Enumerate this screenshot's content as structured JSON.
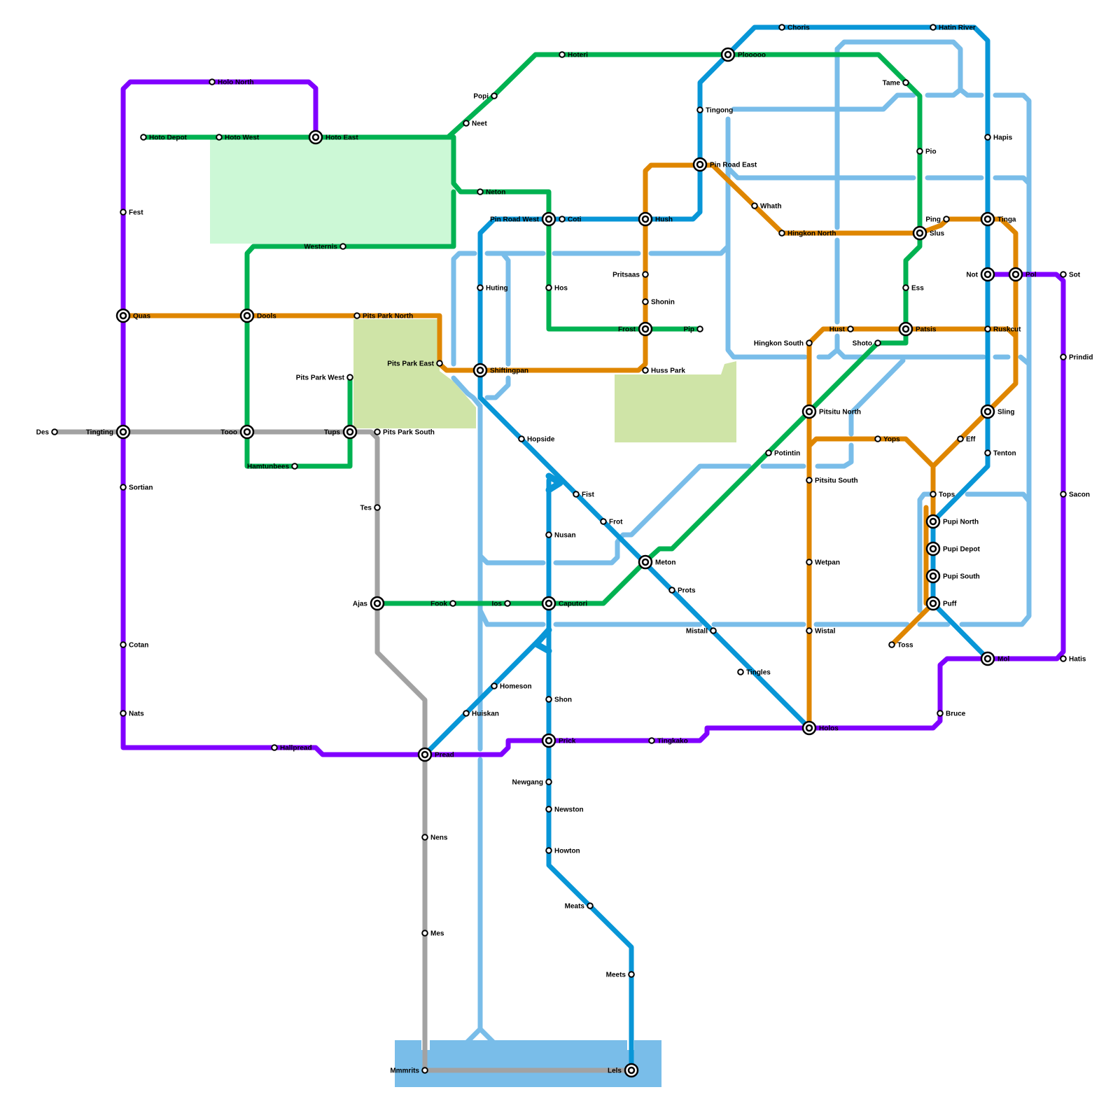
{
  "lines": [
    {
      "id": "purple",
      "color": "#8000ff"
    },
    {
      "id": "green",
      "color": "#00b251"
    },
    {
      "id": "orange",
      "color": "#df8600"
    },
    {
      "id": "blue",
      "color": "#0896d7"
    },
    {
      "id": "grey",
      "color": "#a2a2a2"
    },
    {
      "id": "lightblue",
      "color": "#79bde9"
    }
  ],
  "areas": [
    {
      "id": "park-north",
      "color": "#ccf8d6"
    },
    {
      "id": "park-pits",
      "color": "#cfe4a7"
    },
    {
      "id": "park-huss",
      "color": "#cfe4a7"
    },
    {
      "id": "water",
      "color": "#79bde9"
    }
  ],
  "stations": [
    {
      "name": "Holo North"
    },
    {
      "name": "Hoto Depot"
    },
    {
      "name": "Hoto West"
    },
    {
      "name": "Hoto East"
    },
    {
      "name": "Fest"
    },
    {
      "name": "Quas"
    },
    {
      "name": "Dools"
    },
    {
      "name": "Pits Park North"
    },
    {
      "name": "Westernis"
    },
    {
      "name": "Pits Park East"
    },
    {
      "name": "Pits Park West"
    },
    {
      "name": "Des"
    },
    {
      "name": "Tingting"
    },
    {
      "name": "Tooo"
    },
    {
      "name": "Tups"
    },
    {
      "name": "Pits Park South"
    },
    {
      "name": "Hamtunbees"
    },
    {
      "name": "Sortian"
    },
    {
      "name": "Tes"
    },
    {
      "name": "Ajas"
    },
    {
      "name": "Fook"
    },
    {
      "name": "Ios"
    },
    {
      "name": "Cotan"
    },
    {
      "name": "Nats"
    },
    {
      "name": "Hallpread"
    },
    {
      "name": "Pread"
    },
    {
      "name": "Nens"
    },
    {
      "name": "Mes"
    },
    {
      "name": "Mmmrits"
    },
    {
      "name": "Lels"
    },
    {
      "name": "Popi"
    },
    {
      "name": "Neet"
    },
    {
      "name": "Hoteri"
    },
    {
      "name": "Neton"
    },
    {
      "name": "Pin Road West"
    },
    {
      "name": "Coti"
    },
    {
      "name": "Huting"
    },
    {
      "name": "Hos"
    },
    {
      "name": "Shiftingpan"
    },
    {
      "name": "Hopside"
    },
    {
      "name": "Fist"
    },
    {
      "name": "Frot"
    },
    {
      "name": "Nusan"
    },
    {
      "name": "Caputori"
    },
    {
      "name": "Homeson"
    },
    {
      "name": "Huiskan"
    },
    {
      "name": "Shon"
    },
    {
      "name": "Prick"
    },
    {
      "name": "Newgang"
    },
    {
      "name": "Newston"
    },
    {
      "name": "Howton"
    },
    {
      "name": "Meats"
    },
    {
      "name": "Meets"
    },
    {
      "name": "Hush"
    },
    {
      "name": "Pritsaas"
    },
    {
      "name": "Shonin"
    },
    {
      "name": "Frost"
    },
    {
      "name": "Pip"
    },
    {
      "name": "Huss Park"
    },
    {
      "name": "Meton"
    },
    {
      "name": "Prots"
    },
    {
      "name": "Mistall"
    },
    {
      "name": "Tingles"
    },
    {
      "name": "Tingkako"
    },
    {
      "name": "Plooooo"
    },
    {
      "name": "Choris"
    },
    {
      "name": "Hatin River"
    },
    {
      "name": "Tingong"
    },
    {
      "name": "Pin Road East"
    },
    {
      "name": "Whath"
    },
    {
      "name": "Hingkon North"
    },
    {
      "name": "Tame"
    },
    {
      "name": "Pio"
    },
    {
      "name": "Slus"
    },
    {
      "name": "Ess"
    },
    {
      "name": "Patsis"
    },
    {
      "name": "Shoto"
    },
    {
      "name": "Hust"
    },
    {
      "name": "Hingkon South"
    },
    {
      "name": "Pitsitu North"
    },
    {
      "name": "Potintin"
    },
    {
      "name": "Pitsitu South"
    },
    {
      "name": "Wetpan"
    },
    {
      "name": "Wistal"
    },
    {
      "name": "Holos"
    },
    {
      "name": "Yops"
    },
    {
      "name": "Toss"
    },
    {
      "name": "Eff"
    },
    {
      "name": "Tops"
    },
    {
      "name": "Pupi North"
    },
    {
      "name": "Pupi Depot"
    },
    {
      "name": "Pupi South"
    },
    {
      "name": "Puff"
    },
    {
      "name": "Hapis"
    },
    {
      "name": "Ping"
    },
    {
      "name": "Tinga"
    },
    {
      "name": "Not"
    },
    {
      "name": "Pol"
    },
    {
      "name": "Sot"
    },
    {
      "name": "Ruskcut"
    },
    {
      "name": "Prindid"
    },
    {
      "name": "Sling"
    },
    {
      "name": "Tenton"
    },
    {
      "name": "Sacon"
    },
    {
      "name": "Mol"
    },
    {
      "name": "Hatis"
    },
    {
      "name": "Bruce"
    }
  ]
}
